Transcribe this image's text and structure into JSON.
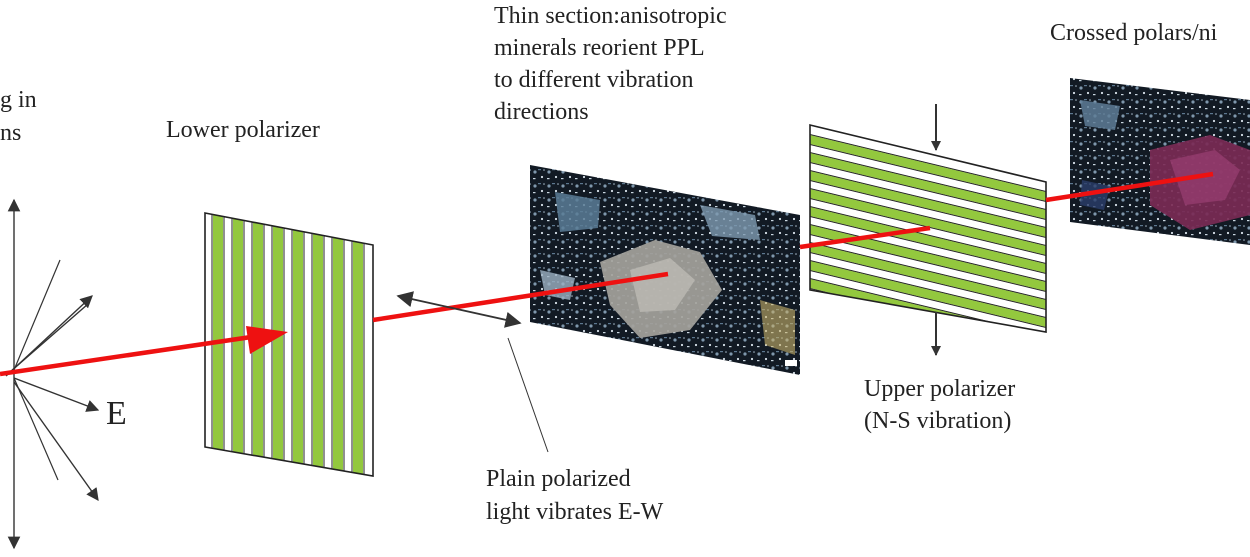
{
  "labels": {
    "unpolarized_line1": "g in",
    "unpolarized_line2": "ns",
    "east": "E",
    "lower_polarizer": "Lower polarizer",
    "thin_section_line1": "Thin section:anisotropic",
    "thin_section_line2": "minerals reorient PPL",
    "thin_section_line3": "to different vibration",
    "thin_section_line4": "directions",
    "crossed_polars": "Crossed polars/ni",
    "upper_polarizer_line1": "Upper polarizer",
    "upper_polarizer_line2": "(N-S vibration)",
    "ppl_line1": "Plain polarized",
    "ppl_line2": "light vibrates E-W"
  },
  "colors": {
    "light_ray": "#ee1111",
    "polarizer_stripe": "#93c83e",
    "polarizer_border": "#222222",
    "arrow": "#333333",
    "thin_section_dark": "#121a24",
    "thin_section_grain": "#8ea2b4",
    "crossed_polars_grain": "#7a2a55"
  },
  "icons": {
    "vibration_star": "starburst-arrows-icon",
    "vibration_ew": "double-arrow-horizontal-icon",
    "vibration_ns": "double-arrow-vertical-icon"
  }
}
